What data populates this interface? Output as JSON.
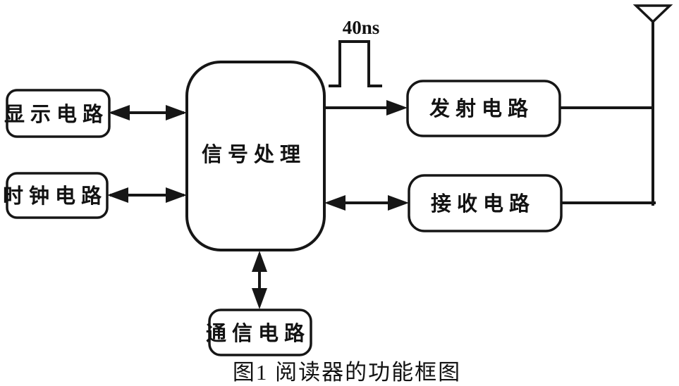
{
  "diagram": {
    "caption": "图1 阅读器的功能框图",
    "pulse_label": "40ns",
    "nodes": {
      "display": "显示电路",
      "clock": "时钟电路",
      "signal": "信号处理",
      "transmit": "发射电路",
      "receive": "接收电路",
      "communication": "通信电路"
    },
    "icons": {
      "antenna": "antenna-icon"
    },
    "connections": [
      {
        "from": "display",
        "to": "signal",
        "type": "bidirectional"
      },
      {
        "from": "clock",
        "to": "signal",
        "type": "bidirectional"
      },
      {
        "from": "signal",
        "to": "transmit",
        "type": "unidirectional",
        "annotation": "40ns pulse"
      },
      {
        "from": "signal",
        "to": "receive",
        "type": "bidirectional"
      },
      {
        "from": "signal",
        "to": "communication",
        "type": "bidirectional"
      },
      {
        "from": "transmit",
        "to": "antenna",
        "type": "wire"
      },
      {
        "from": "receive",
        "to": "antenna",
        "type": "wire"
      }
    ],
    "colors": {
      "ink": "#161616",
      "background": "#ffffff"
    }
  }
}
